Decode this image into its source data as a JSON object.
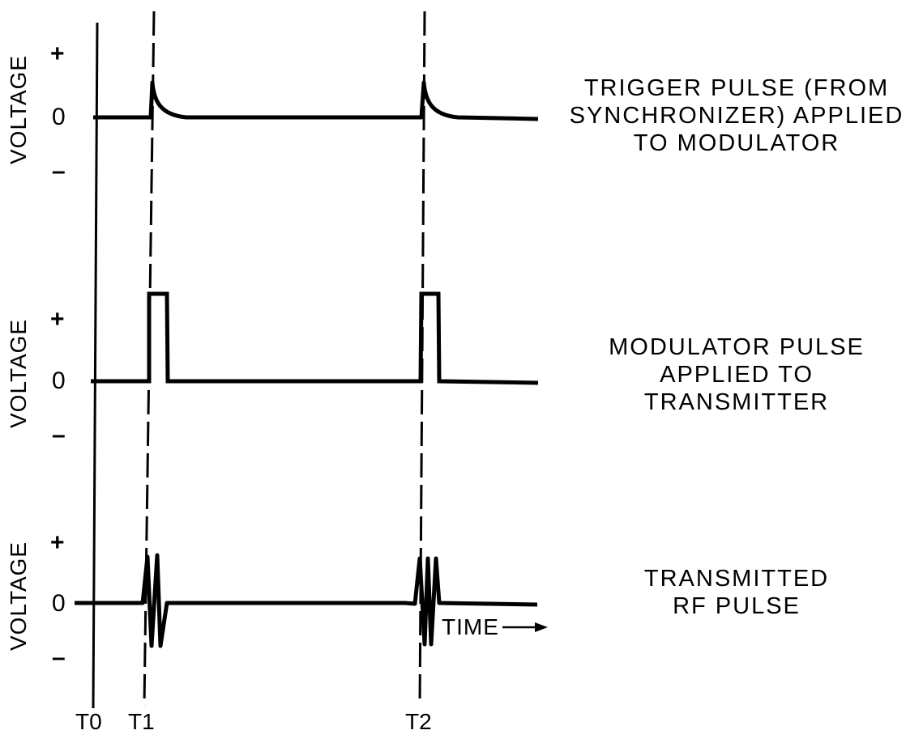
{
  "panels": [
    {
      "id": "trigger",
      "ylabel": "VOLTAGE",
      "plus": "+",
      "zero": "0",
      "minus": "–",
      "caption": [
        "TRIGGER PULSE (FROM",
        "SYNCHRONIZER) APPLIED",
        "TO MODULATOR"
      ]
    },
    {
      "id": "modulator",
      "ylabel": "VOLTAGE",
      "plus": "+",
      "zero": "0",
      "minus": "–",
      "caption": [
        "MODULATOR PULSE",
        "APPLIED TO",
        "TRANSMITTER"
      ]
    },
    {
      "id": "rf",
      "ylabel": "VOLTAGE",
      "plus": "+",
      "zero": "0",
      "minus": "–",
      "caption": [
        "TRANSMITTED",
        "RF PULSE"
      ]
    }
  ],
  "time_axis": {
    "label": "TIME",
    "ticks": [
      "T0",
      "T1",
      "T2"
    ]
  }
}
